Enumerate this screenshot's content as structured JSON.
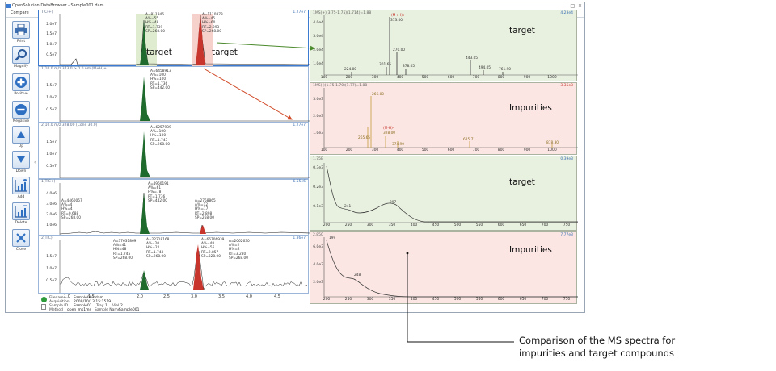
{
  "window": {
    "title": "OpenSolution DataBrowser - Sample001.dam",
    "tab": "Compare"
  },
  "toolbar": [
    {
      "label": "Print",
      "icon": "printer-icon"
    },
    {
      "label": "Magnify",
      "icon": "magnifier-icon"
    },
    {
      "label": "Positive",
      "icon": "plus-circle-icon"
    },
    {
      "label": "Negative",
      "icon": "minus-circle-icon"
    },
    {
      "label": "Up",
      "icon": "arrow-up-icon"
    },
    {
      "label": "Down",
      "icon": "arrow-down-icon"
    },
    {
      "label": "Add",
      "icon": "add-chart-icon"
    },
    {
      "label": "Delete",
      "icon": "delete-chart-icon"
    },
    {
      "label": "Close",
      "icon": "close-icon"
    }
  ],
  "chromatograms": [
    {
      "title": "TIC(+)",
      "max": "1.27e7",
      "yticks": [
        "2.0e7",
        "1.5e7",
        "1.0e7",
        "0.5e7"
      ],
      "annotations": [
        "A=811946",
        "A%=55",
        "H%=48",
        "RT=1.739",
        "SP=268.00",
        "A=1110873",
        "A%=45",
        "H%=60",
        "RT=2.293",
        "SP=268.00"
      ]
    },
    {
      "title": "1(10.0 m/z 373.0 > 0.0 nm (M+H)+",
      "max": "",
      "yticks": [
        "1.5e7",
        "1.0e7",
        "0.5e7"
      ],
      "annotations": [
        "A=6458913",
        "A%=100",
        "H%=100",
        "RT=1.736",
        "SP=442.00"
      ]
    },
    {
      "title": "2(10.0 m/z 328.00 (Cone 30.0)",
      "max": "1.27e7",
      "yticks": [
        "1.5e7",
        "1.0e7",
        "0.5e7"
      ],
      "annotations": [
        "A=6257939",
        "A%=100",
        "H%=100",
        "RT=1.743",
        "SP=268.00"
      ]
    },
    {
      "title": "1(TIC+)",
      "max": "6.55e6",
      "yticks": [
        "4.0e6",
        "3.0e6",
        "2.0e6",
        "1.0e6"
      ],
      "annotations": [
        "A=4960191",
        "A%=61",
        "H%=78",
        "RT=1.736",
        "SP=442.00",
        "A=2758865",
        "A%=12",
        "H%=17",
        "RT=2.898",
        "SP=268.00",
        "A=4460057",
        "A%=4",
        "H%=4",
        "RT=0.688",
        "SP=268.00"
      ]
    },
    {
      "title": "2(TIC)",
      "max": "1.86e7",
      "yticks": [
        "1.5e7",
        "1.0e7",
        "0.5e7"
      ],
      "annotations": [
        "A=37631869",
        "A%=41",
        "H%=48",
        "RT=1.745",
        "SP=268.00",
        "A=22218168",
        "A%=20",
        "H%=22",
        "RT=1.743",
        "SP=268.00",
        "A=66706939",
        "A%=48",
        "H%=55",
        "RT=2.857",
        "SP=328.00",
        "A=2062630",
        "A%=2",
        "H%=2",
        "RT=3.280",
        "SP=268.00"
      ]
    }
  ],
  "chrom_xticks": [
    "1.0",
    "1.5",
    "2.0",
    "2.5",
    "3.0",
    "3.5",
    "4.0",
    "4.5"
  ],
  "labels": {
    "target1": "target",
    "target2": "target"
  },
  "spectra": [
    {
      "title": "1MS(+)(3.75-1.75)(1.714)=1.88",
      "max": "4.23e4",
      "label": "target",
      "yticks": [
        "4.0e4",
        "3.0e4",
        "2.0e4",
        "1.0e4"
      ],
      "xticks": [
        "100",
        "200",
        "300",
        "400",
        "500",
        "600",
        "700",
        "800",
        "900",
        "1000"
      ],
      "peaks": [
        "(M+H)+",
        "373.00",
        "270.00",
        "224.00",
        "301.65",
        "378.05",
        "443.05",
        "494.05",
        "761.90"
      ]
    },
    {
      "title": "1MS(-)(1.75-1.70)(1.77)=1.88",
      "max": "3.35e3",
      "label": "Impurities",
      "yticks": [
        "3.0e3",
        "2.0e3",
        "1.0e3"
      ],
      "xticks": [
        "100",
        "200",
        "300",
        "400",
        "500",
        "600",
        "700",
        "800",
        "900",
        "1000"
      ],
      "peaks": [
        "266.00",
        "(M-H)-",
        "328.00",
        "265.65",
        "374.90",
        "625.71",
        "878.30"
      ]
    },
    {
      "title": "1.75B",
      "max": "0.39e3",
      "label": "target",
      "yticks": [
        "0.3e3",
        "0.2e3",
        "0.1e3"
      ],
      "xticks": [
        "200",
        "250",
        "300",
        "350",
        "400",
        "450",
        "500",
        "550",
        "600",
        "650",
        "700",
        "750"
      ],
      "peaks": [
        "241",
        "297"
      ]
    },
    {
      "title": "2.850",
      "max": "7.77e3",
      "label": "Impurities",
      "yticks": [
        "6.0e3",
        "4.0e3",
        "2.0e3"
      ],
      "xticks": [
        "200",
        "250",
        "300",
        "350",
        "400",
        "450",
        "500",
        "550",
        "600",
        "650",
        "700",
        "750"
      ],
      "peaks": [
        "199",
        "248"
      ]
    }
  ],
  "status": {
    "filename_label": "Filename",
    "filename": "Sample001.dam",
    "acq_label": "Acquisition",
    "acq": "2009/10/13 15:1519",
    "sample_label": "Sample ID",
    "sample": "Sample01",
    "tray_label": "Tray",
    "tray": "1",
    "vial_label": "Vial",
    "vial": "2",
    "method_label": "Method",
    "method": "open_ms1ms",
    "sname_label": "Sample Name",
    "sname": "Sample001"
  },
  "caption": {
    "line1": "Comparison of the MS spectra for",
    "line2": "impurities and target compounds"
  },
  "colors": {
    "target_bg": "#e8f0df",
    "impurity_bg": "#fbe6e3",
    "green_peak": "#1f6b2e",
    "red_peak": "#c8352c",
    "arrow_green": "#4b8a2c",
    "arrow_red": "#d04a28"
  }
}
